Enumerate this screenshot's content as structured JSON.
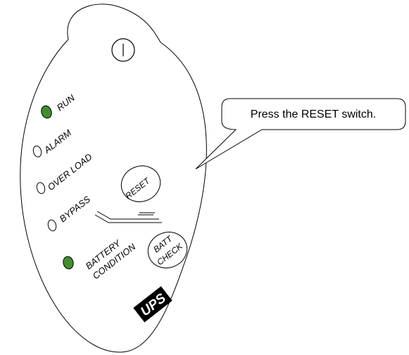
{
  "panel": {
    "power_symbol": "|",
    "indicators": [
      {
        "id": "run",
        "label": "RUN",
        "state": "on"
      },
      {
        "id": "alarm",
        "label": "ALARM",
        "state": "off"
      },
      {
        "id": "overload",
        "label": "OVER LOAD",
        "state": "off"
      },
      {
        "id": "bypass",
        "label": "BYPASS",
        "state": "off"
      },
      {
        "id": "battery",
        "label_lines": [
          "BATTERY",
          "CONDITION"
        ],
        "state": "on"
      }
    ],
    "reset_button": {
      "label": "RESET"
    },
    "batt_check_button": {
      "label_lines": [
        "BATT",
        "CHECK"
      ]
    },
    "logo": "UPS"
  },
  "callout": {
    "text": "Press the RESET switch."
  },
  "colors": {
    "led_on": "#3f8f2f",
    "led_off": "#ffffff",
    "outline": "#000000",
    "logo_bg": "#000000"
  }
}
